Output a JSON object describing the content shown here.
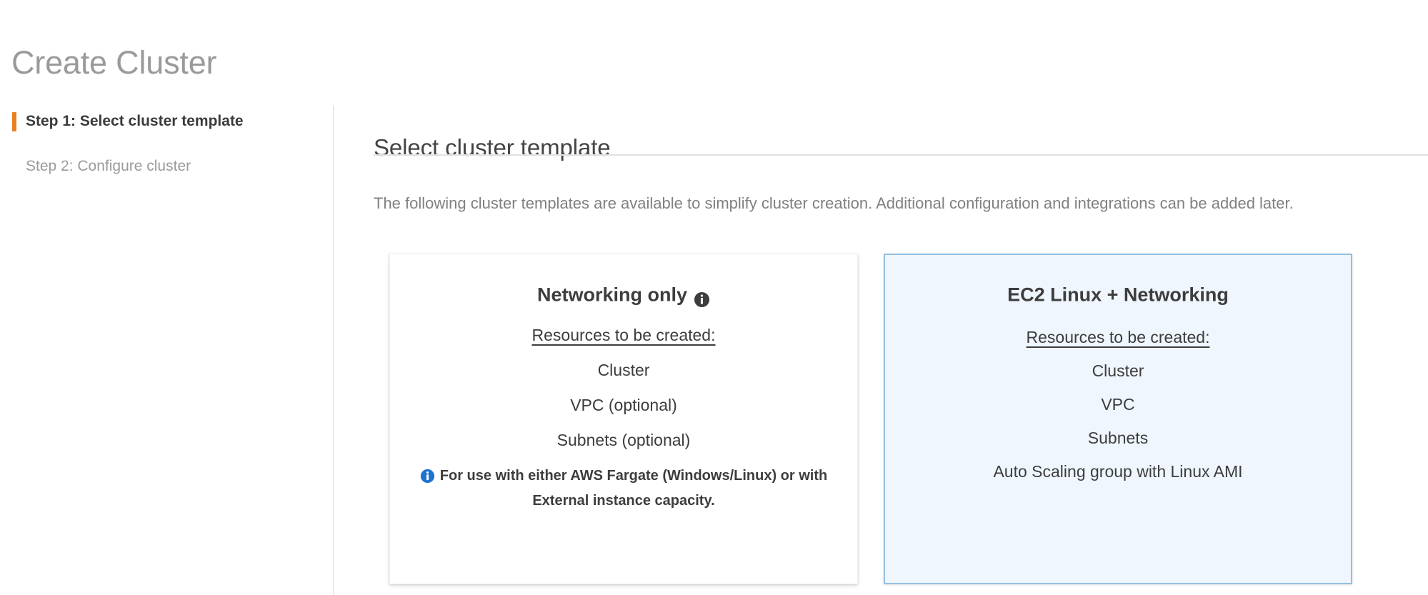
{
  "page": {
    "title": "Create Cluster"
  },
  "wizard": {
    "steps": [
      {
        "label": "Step 1: Select cluster template",
        "active": true
      },
      {
        "label": "Step 2: Configure cluster",
        "active": false
      }
    ]
  },
  "main": {
    "heading": "Select cluster template",
    "description": "The following cluster templates are available to simplify cluster creation. Additional configuration and integrations can be added later."
  },
  "cards": [
    {
      "title": "Networking only",
      "has_title_info_icon": true,
      "subhead": "Resources to be created:",
      "resources": [
        "Cluster",
        "VPC (optional)",
        "Subnets (optional)"
      ],
      "note": "For use with either AWS Fargate (Windows/Linux) or with External instance capacity.",
      "selected": false
    },
    {
      "title": "EC2 Linux + Networking",
      "has_title_info_icon": false,
      "subhead": "Resources to be created:",
      "resources": [
        "Cluster",
        "VPC",
        "Subnets",
        "Auto Scaling group with Linux AMI"
      ],
      "note": "",
      "selected": true
    }
  ],
  "colors": {
    "accent_orange": "#e8801f",
    "selected_card_bg": "#eff6fd",
    "selected_card_border": "#93bfe2",
    "info_icon_blue": "#1f72cf",
    "info_icon_dark": "#3d3d3d",
    "title_gray": "#9a9a9a",
    "body_gray": "#808080"
  }
}
